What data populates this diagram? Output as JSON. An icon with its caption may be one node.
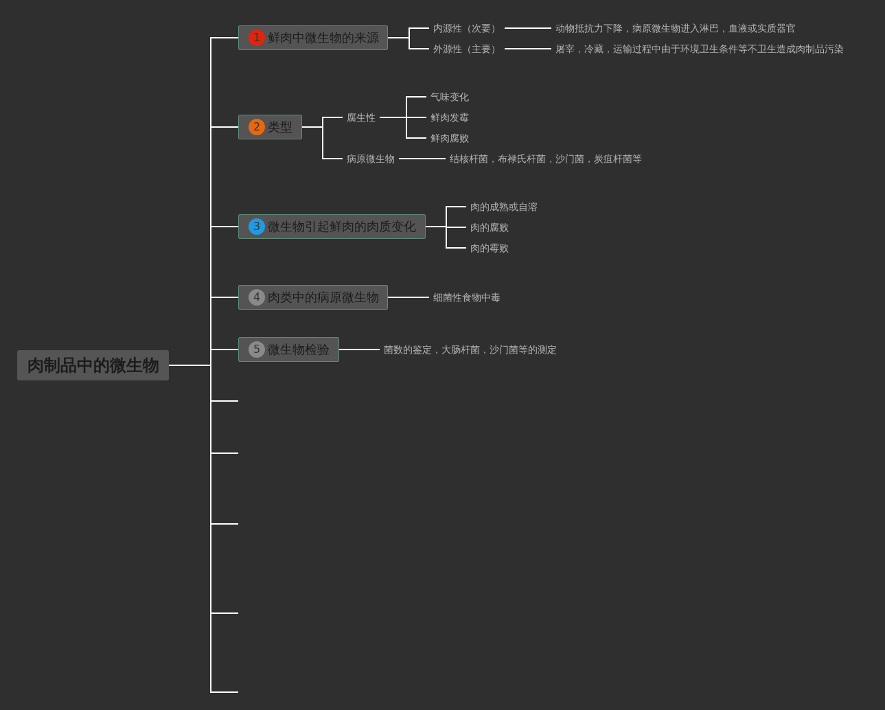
{
  "diagram": {
    "nodes": [
      {
        "text": [
          "肉制品中的微生物"
        ]
      },
      {
        "text": [
          "1",
          "鲜肉中微生物的来源"
        ]
      },
      {
        "text": [
          "内源性（次要）"
        ]
      },
      {
        "text": [
          "动物抵抗力下降，病原微生物进入淋巴，血液或实质器官"
        ]
      },
      {
        "text": [
          "外源性（主要）"
        ]
      },
      {
        "text": [
          "屠宰，冷藏，运输过程中由于环境卫生条件等不卫生造成肉制品污染"
        ]
      },
      {
        "text": [
          "2",
          "类型"
        ]
      },
      {
        "text": [
          "腐生性"
        ]
      },
      {
        "text": [
          "气味变化"
        ]
      },
      {
        "text": [
          "鲜肉发霉"
        ]
      },
      {
        "text": [
          "鲜肉腐败"
        ]
      },
      {
        "text": [
          "病原微生物"
        ]
      },
      {
        "text": [
          "结核杆菌，布禄氏杆菌，沙门菌，炭疽杆菌等"
        ]
      },
      {
        "text": [
          "3",
          "微生物引起鲜肉的肉质变化"
        ]
      },
      {
        "text": [
          "肉的成熟或自溶"
        ]
      },
      {
        "text": [
          "肉的腐败"
        ]
      },
      {
        "text": [
          "肉的霉败"
        ]
      },
      {
        "text": [
          "4",
          "肉类中的病原微生物"
        ]
      },
      {
        "text": [
          "细菌性食物中毒"
        ]
      },
      {
        "text": [
          "5",
          "微生物检验"
        ]
      },
      {
        "text": [
          "菌数的鉴定，大肠杆菌，沙门菌等的测定"
        ]
      }
    ],
    "edges": [
      {
        "from": 0,
        "to": 1,
        "arrow": "none"
      },
      {
        "from": 1,
        "to": 2,
        "arrow": "none"
      },
      {
        "from": 2,
        "to": 3,
        "arrow": "none"
      },
      {
        "from": 1,
        "to": 4,
        "arrow": "none"
      },
      {
        "from": 4,
        "to": 5,
        "arrow": "none"
      },
      {
        "from": 0,
        "to": 6,
        "arrow": "none"
      },
      {
        "from": 6,
        "to": 7,
        "arrow": "none"
      },
      {
        "from": 7,
        "to": 8,
        "arrow": "none"
      },
      {
        "from": 7,
        "to": 9,
        "arrow": "none"
      },
      {
        "from": 7,
        "to": 10,
        "arrow": "none"
      },
      {
        "from": 6,
        "to": 11,
        "arrow": "none"
      },
      {
        "from": 11,
        "to": 12,
        "arrow": "none"
      },
      {
        "from": 0,
        "to": 13,
        "arrow": "none"
      },
      {
        "from": 13,
        "to": 14,
        "arrow": "none"
      },
      {
        "from": 13,
        "to": 15,
        "arrow": "none"
      },
      {
        "from": 13,
        "to": 16,
        "arrow": "none"
      },
      {
        "from": 0,
        "to": 17,
        "arrow": "none"
      },
      {
        "from": 17,
        "to": 18,
        "arrow": "none"
      },
      {
        "from": 0,
        "to": 19,
        "arrow": "none"
      },
      {
        "from": 19,
        "to": 20,
        "arrow": "none"
      },
      {
        "from": 0,
        "to": null,
        "arrow": "none"
      },
      {
        "from": 0,
        "to": null,
        "arrow": "none"
      },
      {
        "from": 0,
        "to": null,
        "arrow": "none"
      },
      {
        "from": 0,
        "to": null,
        "arrow": "none"
      },
      {
        "from": 0,
        "to": null,
        "arrow": "none"
      }
    ]
  }
}
